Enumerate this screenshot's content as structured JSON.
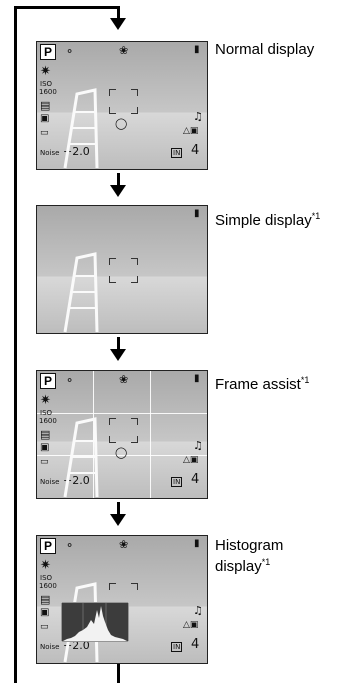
{
  "screens": [
    {
      "caption": "Normal display",
      "note": "",
      "type": "normal"
    },
    {
      "caption": "Simple display",
      "note": "*1",
      "type": "simple"
    },
    {
      "caption": "Frame assist",
      "note": "*1",
      "type": "grid"
    },
    {
      "caption": "Histogram display",
      "note": "*1",
      "type": "histogram"
    }
  ],
  "hud": {
    "mode": "P",
    "iso_label": "ISO",
    "iso_value": "1600",
    "exposure": "+2.0",
    "memory": "IN",
    "frames": "4",
    "noise": "Noise"
  },
  "colors": {
    "line": "#000000",
    "screen_sky": "#a9a9a9"
  }
}
